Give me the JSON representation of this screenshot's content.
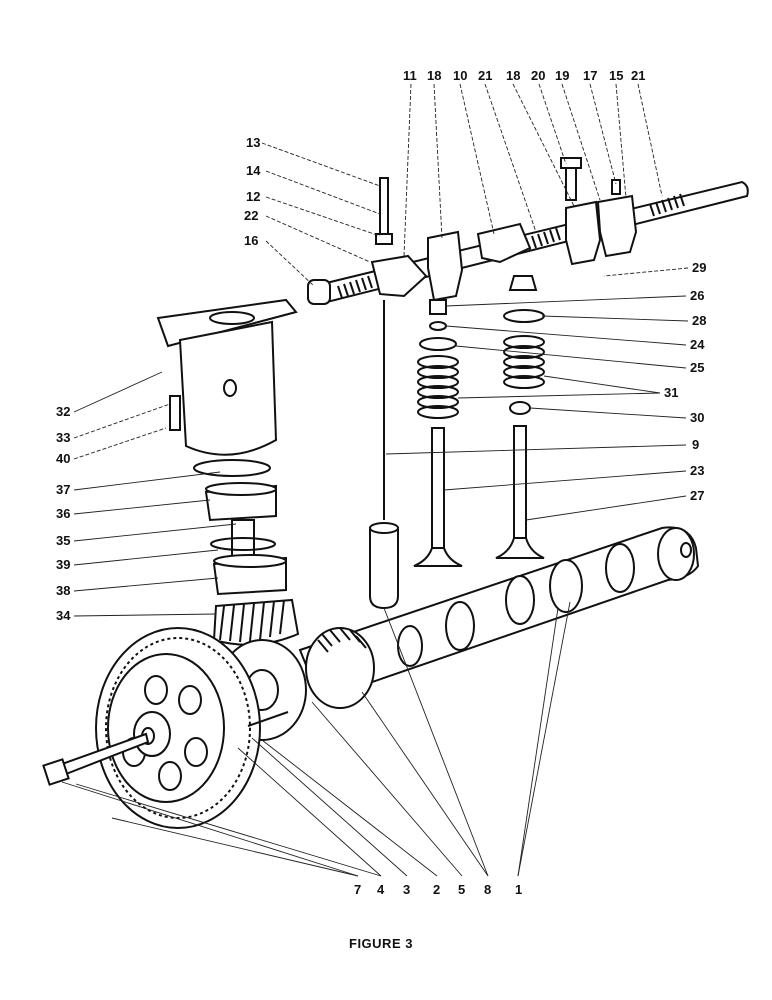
{
  "figure": {
    "caption": "FIGURE 3"
  },
  "labels": {
    "l11": "11",
    "l18a": "18",
    "l10": "10",
    "l21a": "21",
    "l18b": "18",
    "l20": "20",
    "l19": "19",
    "l17": "17",
    "l15": "15",
    "l21b": "21",
    "l13": "13",
    "l14": "14",
    "l12": "12",
    "l22": "22",
    "l16": "16",
    "l29": "29",
    "l26": "26",
    "l28": "28",
    "l24": "24",
    "l25": "25",
    "l31": "31",
    "l30": "30",
    "l9": "9",
    "l23": "23",
    "l27": "27",
    "l32": "32",
    "l33": "33",
    "l40": "40",
    "l37": "37",
    "l36": "36",
    "l35": "35",
    "l39": "39",
    "l38": "38",
    "l34": "34",
    "b7": "7",
    "b4": "4",
    "b3": "3",
    "b2": "2",
    "b5": "5",
    "b8": "8",
    "b1": "1"
  }
}
